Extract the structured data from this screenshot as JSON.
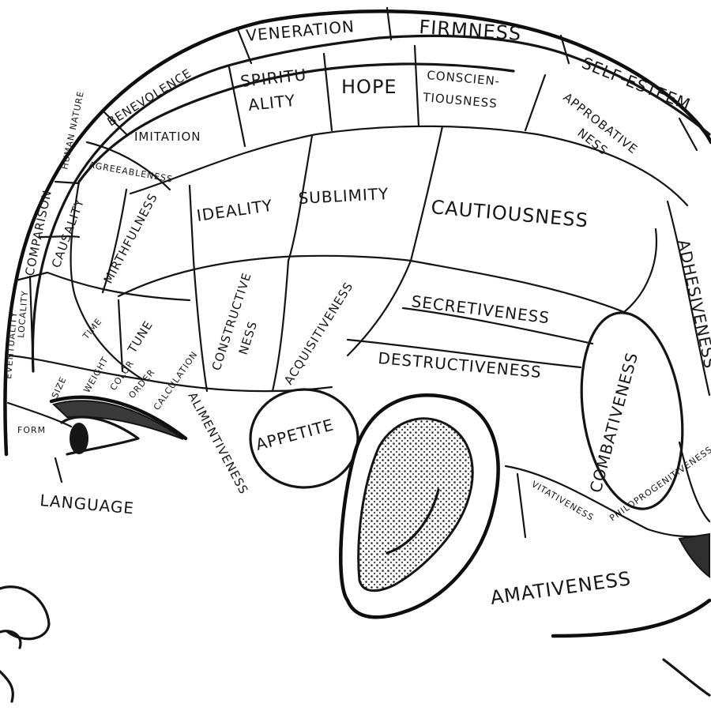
{
  "regions": {
    "firmness": "FIRMNESS",
    "veneration": "VENERATION",
    "benevolence": "BENEVOLENCE",
    "self_esteem": "SELF-ESTEEM",
    "spirituality_1": "SPIRITU",
    "spirituality_2": "ALITY",
    "hope": "HOPE",
    "conscientiousness_1": "CONSCIEN-",
    "conscientiousness_2": "TIOUSNESS",
    "imitation": "IMITATION",
    "approbativeness_1": "APPROBATIVE",
    "approbativeness_2": "NESS",
    "ideality": "IDEALITY",
    "sublimity": "SUBLIMITY",
    "cautiousness": "CAUTIOUSNESS",
    "agreeableness": "AGREEABLENESS",
    "causality": "CAUSALITY",
    "comparison": "COMPARISON",
    "mirthfulness": "MIRTHFULNESS",
    "human_nature": "HUMAN NATURE",
    "constructiveness_1": "CONSTRUCTIVE",
    "constructiveness_2": "NESS",
    "acquisitiveness": "ACQUISITIVENESS",
    "secretiveness": "SECRETIVENESS",
    "adhesiveness": "ADHESIVENESS",
    "destructiveness": "DESTRUCTIVENESS",
    "tune": "TUNE",
    "time": "TIME",
    "order": "ORDER",
    "color": "COLOR",
    "weight": "WEIGHT",
    "size": "SIZE",
    "form": "FORM",
    "locality": "LOCALITY",
    "eventuality": "EVENTUALITY",
    "calculation": "CALCULATION",
    "alimentiveness": "ALIMENTIVENESS",
    "appetite": "APPETITE",
    "combativeness": "COMBATIVENESS",
    "vitativeness": "VITATIVENESS",
    "philoprogenitiveness": "PHILOPROGENITIVENESS",
    "language": "LANGUAGE",
    "amativeness": "AMATIVENESS"
  }
}
